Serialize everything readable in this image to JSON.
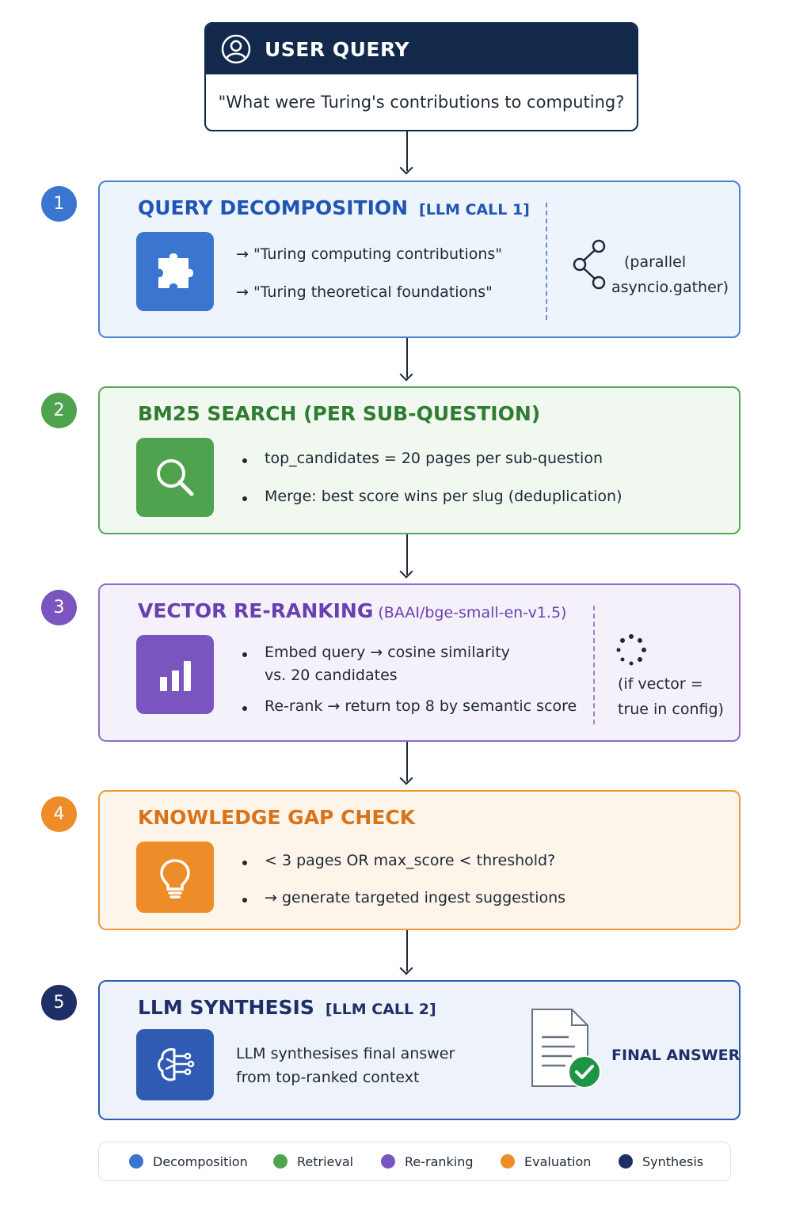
{
  "colors": {
    "navy": "#13294b",
    "decomposition": "#3a75d0",
    "retrieval": "#4fa34e",
    "reranking": "#7b55bf",
    "evaluation": "#ef8c2a",
    "synthesis": "#1d2f66",
    "check": "#1e9446"
  },
  "query": {
    "title": "USER QUERY",
    "text": "\"What were Turing's contributions to computing?"
  },
  "steps": [
    {
      "number": "1",
      "title": "QUERY DECOMPOSITION",
      "tag": "[LLM CALL 1]",
      "icon": "puzzle-icon",
      "items": [
        "→ \"Turing computing contributions\"",
        "→ \"Turing theoretical foundations\""
      ],
      "side": [
        "(parallel",
        "asyncio.gather)"
      ],
      "side_icon": "branch-icon"
    },
    {
      "number": "2",
      "title": "BM25 SEARCH (PER SUB-QUESTION)",
      "icon": "search-icon",
      "items": [
        "top_candidates = 20 pages per sub-question",
        "Merge: best score wins per slug (deduplication)"
      ]
    },
    {
      "number": "3",
      "title": "VECTOR RE-RANKING",
      "tag": "(BAAI/bge-small-en-v1.5)",
      "icon": "bar-chart-icon",
      "items": [
        "Embed query → cosine similarity",
        "vs. 20 candidates",
        "Re-rank → return top 8 by semantic score"
      ],
      "side": [
        "(if vector =",
        "true in config)"
      ],
      "side_icon": "loading-icon"
    },
    {
      "number": "4",
      "title": "KNOWLEDGE GAP CHECK",
      "icon": "lightbulb-icon",
      "items": [
        "< 3 pages OR max_score < threshold?",
        "→ generate targeted ingest suggestions"
      ]
    },
    {
      "number": "5",
      "title": "LLM SYNTHESIS",
      "tag": "[LLM CALL 2]",
      "icon": "brain-circuit-icon",
      "items": [
        "LLM synthesises final answer",
        "from top-ranked context"
      ],
      "result": "FINAL ANSWER",
      "result_icon": "document-check-icon"
    }
  ],
  "legend": [
    "Decomposition",
    "Retrieval",
    "Re-ranking",
    "Evaluation",
    "Synthesis"
  ]
}
